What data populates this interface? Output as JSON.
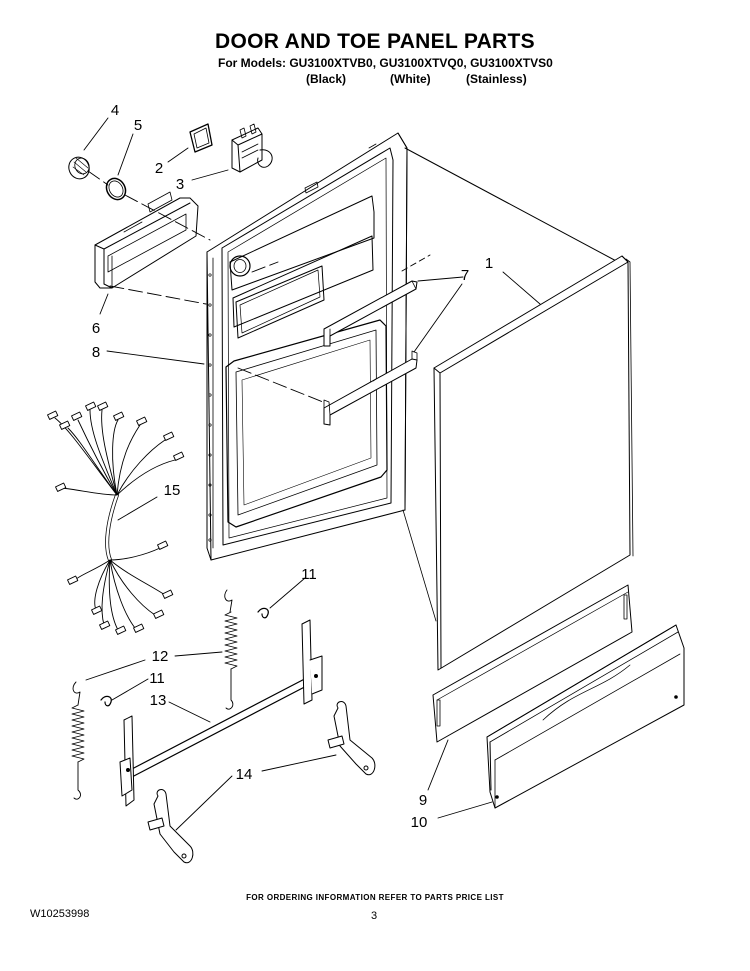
{
  "header": {
    "title": "DOOR AND TOE PANEL PARTS",
    "models": "For Models: GU3100XTVB0, GU3100XTVQ0, GU3100XTVS0",
    "variants": [
      "(Black)",
      "(White)",
      "(Stainless)"
    ]
  },
  "callouts": [
    "1",
    "2",
    "3",
    "4",
    "5",
    "6",
    "7",
    "8",
    "9",
    "10",
    "11",
    "11",
    "12",
    "13",
    "14",
    "15"
  ],
  "footer": {
    "ordering_note": "FOR ORDERING INFORMATION REFER TO PARTS PRICE LIST",
    "document_number": "W10253998",
    "page_number": "3"
  }
}
